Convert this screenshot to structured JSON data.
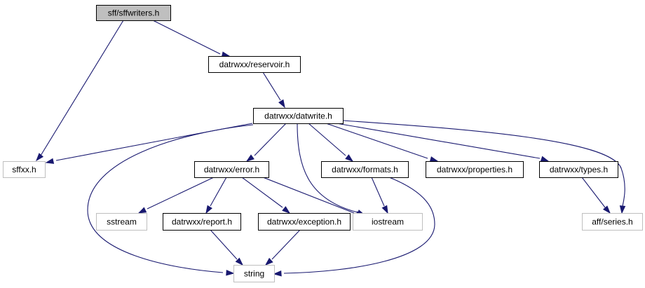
{
  "diagram": {
    "colors": {
      "edge": "#191970",
      "root_fill": "#bfbfbf",
      "documented_border": "#000000",
      "external_border": "#bfbfbf"
    },
    "nodes": [
      {
        "id": "sffwriters",
        "label": "sff/sffwriters.h",
        "kind": "root"
      },
      {
        "id": "reservoir",
        "label": "datrwxx/reservoir.h",
        "kind": "documented"
      },
      {
        "id": "datwrite",
        "label": "datrwxx/datwrite.h",
        "kind": "documented"
      },
      {
        "id": "sffxx",
        "label": "sffxx.h",
        "kind": "external"
      },
      {
        "id": "error",
        "label": "datrwxx/error.h",
        "kind": "documented"
      },
      {
        "id": "formats",
        "label": "datrwxx/formats.h",
        "kind": "documented"
      },
      {
        "id": "properties",
        "label": "datrwxx/properties.h",
        "kind": "documented"
      },
      {
        "id": "types",
        "label": "datrwxx/types.h",
        "kind": "documented"
      },
      {
        "id": "sstream",
        "label": "sstream",
        "kind": "external"
      },
      {
        "id": "report",
        "label": "datrwxx/report.h",
        "kind": "documented"
      },
      {
        "id": "exception",
        "label": "datrwxx/exception.h",
        "kind": "documented"
      },
      {
        "id": "iostream",
        "label": "iostream",
        "kind": "external"
      },
      {
        "id": "series",
        "label": "aff/series.h",
        "kind": "external"
      },
      {
        "id": "string",
        "label": "string",
        "kind": "external"
      }
    ],
    "edges": [
      {
        "from": "sffwriters",
        "to": "reservoir"
      },
      {
        "from": "sffwriters",
        "to": "sffxx"
      },
      {
        "from": "reservoir",
        "to": "datwrite"
      },
      {
        "from": "datwrite",
        "to": "sffxx"
      },
      {
        "from": "datwrite",
        "to": "error"
      },
      {
        "from": "datwrite",
        "to": "string"
      },
      {
        "from": "datwrite",
        "to": "iostream"
      },
      {
        "from": "datwrite",
        "to": "formats"
      },
      {
        "from": "datwrite",
        "to": "properties"
      },
      {
        "from": "datwrite",
        "to": "types"
      },
      {
        "from": "datwrite",
        "to": "series"
      },
      {
        "from": "error",
        "to": "sstream"
      },
      {
        "from": "error",
        "to": "report"
      },
      {
        "from": "error",
        "to": "exception"
      },
      {
        "from": "error",
        "to": "iostream"
      },
      {
        "from": "formats",
        "to": "iostream"
      },
      {
        "from": "formats",
        "to": "string"
      },
      {
        "from": "types",
        "to": "series"
      },
      {
        "from": "report",
        "to": "string"
      },
      {
        "from": "exception",
        "to": "string"
      }
    ]
  }
}
